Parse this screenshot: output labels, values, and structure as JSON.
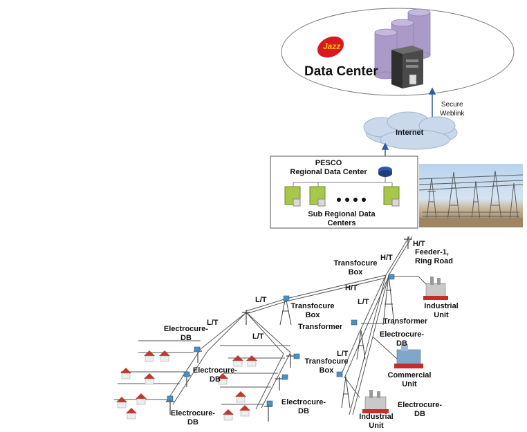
{
  "data_center": {
    "title": "Data Center",
    "brand": "Jazz",
    "secure_link": [
      "Secure",
      "Weblink"
    ]
  },
  "internet": {
    "label": "Internet"
  },
  "regional": {
    "title": [
      "PESCO",
      "Regional Data Center"
    ],
    "sub": [
      "Sub Regional Data",
      "Centers"
    ]
  },
  "grid": {
    "ht_feeder": "H/T",
    "feeder": [
      "Feeder-1,",
      "Ring Road"
    ],
    "ht_1": "H/T",
    "ht_2": "H/T",
    "transfocure_top": [
      "Transfocure",
      "Box"
    ],
    "transfocure_mid": [
      "Transfocure",
      "Box"
    ],
    "transfocure_low": [
      "Transfocure",
      "Box"
    ],
    "lt_top": "L/T",
    "lt_mid": "L/T",
    "lt_right": "L/T",
    "lt_left": "L/T",
    "lt_low": "L/T",
    "transformer_mid": "Transformer",
    "transformer_right": "Transformer",
    "industrial_top": [
      "Industrial",
      "Unit"
    ],
    "industrial_bottom": [
      "Industrial",
      "Unit"
    ],
    "commercial": [
      "Commercial",
      "Unit"
    ],
    "electrocure_top_left": [
      "Electrocure-",
      "DB"
    ],
    "electrocure_mid_left": [
      "Electrocure-",
      "DB"
    ],
    "electrocure_bottom_left": [
      "Electrocure-",
      "DB"
    ],
    "electrocure_bottom_mid": [
      "Electrocure-",
      "DB"
    ],
    "electrocure_right_top": [
      "Electrocure-",
      "DB"
    ],
    "electrocure_right_bottom": [
      "Electrocure-",
      "DB"
    ]
  },
  "colors": {
    "cloud": "#c9d8ea",
    "database": "#a99ac7",
    "server": "#3b3b3b",
    "link": "#2f5aa8",
    "jazz_red": "#d71920",
    "jazz_yellow": "#f6c800",
    "factory": "#c72b2b",
    "house_roof": "#c0392b",
    "meter": "#4a90c2"
  }
}
